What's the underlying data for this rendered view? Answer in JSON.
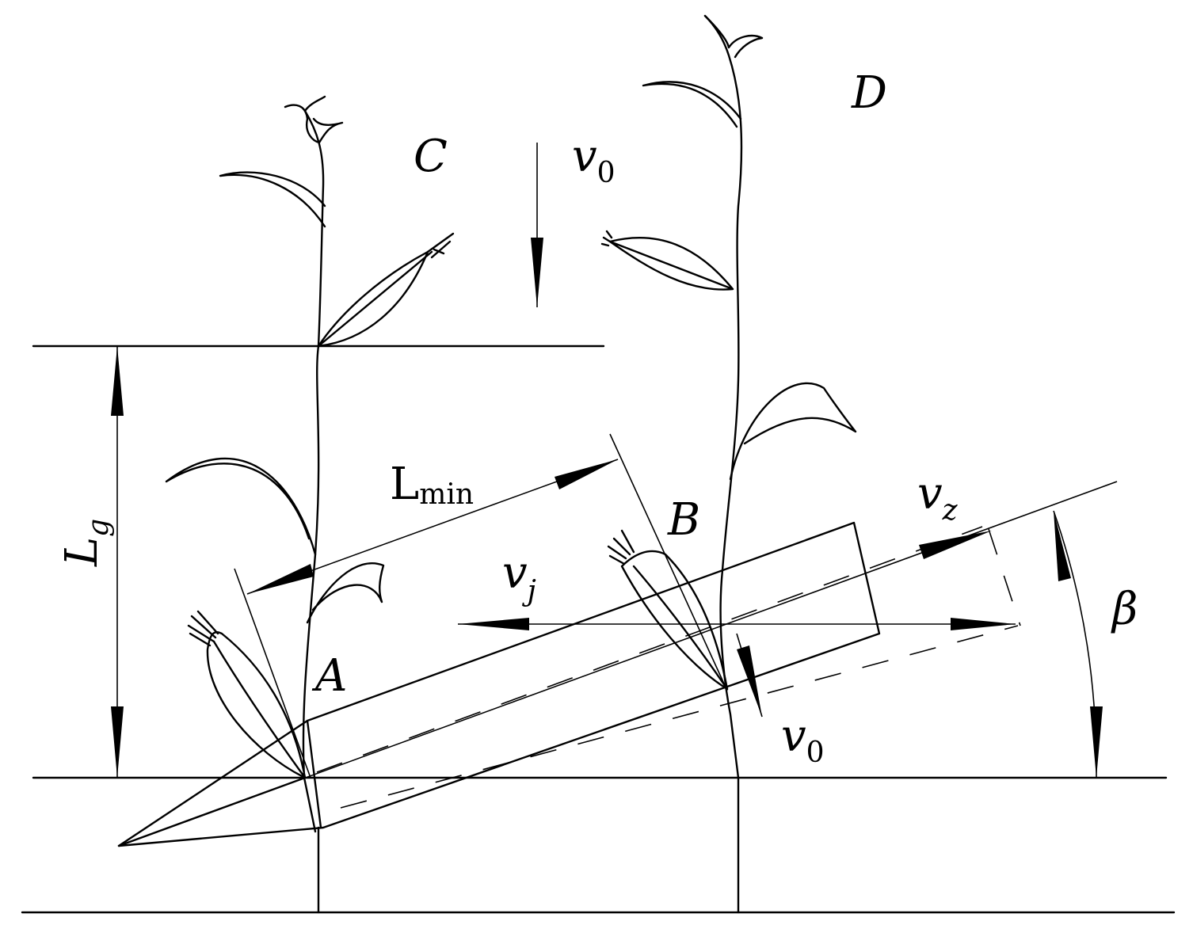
{
  "labels": {
    "C": "C",
    "D": "D",
    "A": "A",
    "B": "B",
    "v0_top": "v",
    "v0_top_sub": "0",
    "v0_bottom": "v",
    "v0_bottom_sub": "0",
    "vj": "v",
    "vj_sub": "j",
    "vz": "v",
    "vz_sub": "z",
    "Lmin": "L",
    "Lmin_sub": "min",
    "Lg": "L",
    "Lg_sub": "g",
    "beta": "β"
  }
}
